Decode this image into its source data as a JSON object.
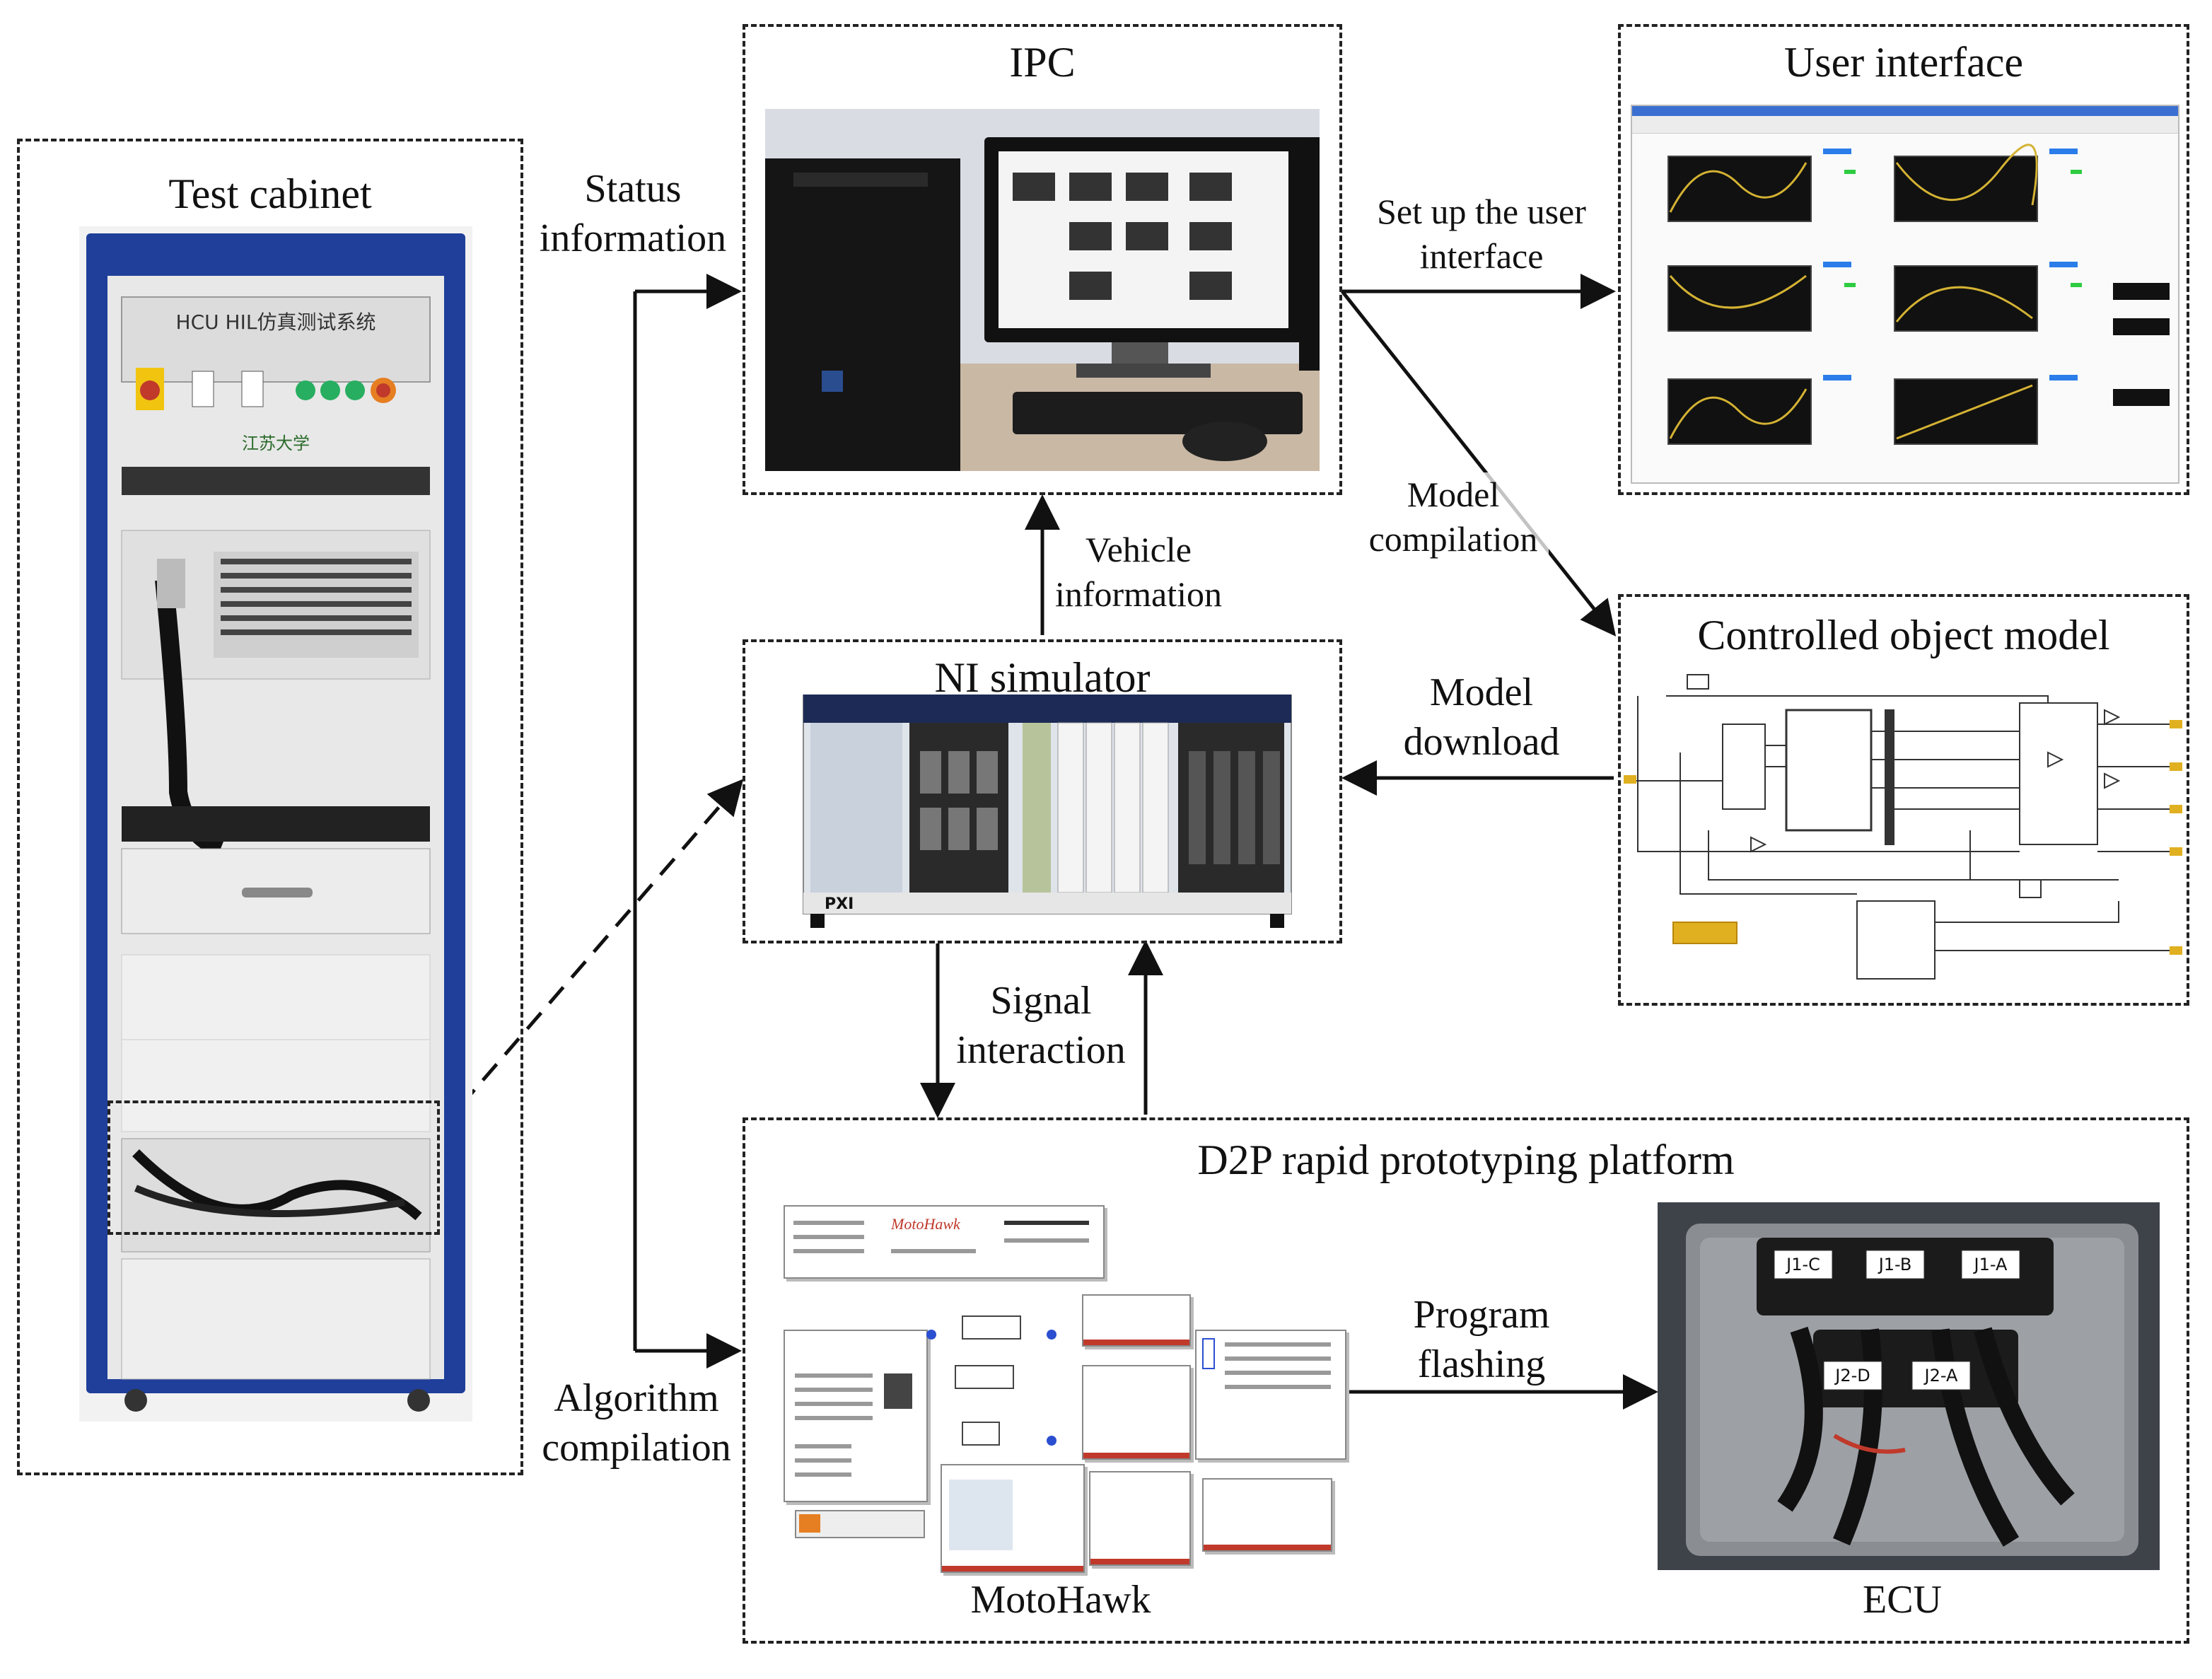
{
  "boxes": {
    "test_cabinet": {
      "title": "Test cabinet"
    },
    "ipc": {
      "title": "IPC"
    },
    "user_interface": {
      "title": "User interface"
    },
    "ni_simulator": {
      "title": "NI simulator"
    },
    "controlled_model": {
      "title": "Controlled object model"
    },
    "d2p": {
      "title": "D2P rapid prototyping platform"
    }
  },
  "labels": {
    "status_information": [
      "Status",
      "information"
    ],
    "setup_ui": [
      "Set up the user",
      "interface"
    ],
    "model_compilation": [
      "Model",
      "compilation"
    ],
    "vehicle_information": [
      "Vehicle",
      "information"
    ],
    "model_download": [
      "Model",
      "download"
    ],
    "signal_interaction": [
      "Signal",
      "interaction"
    ],
    "algorithm_compilation": [
      "Algorithm",
      "compilation"
    ],
    "program_flashing": [
      "Program",
      "flashing"
    ]
  },
  "captions": {
    "motohawk": "MotoHawk",
    "ecu": "ECU"
  },
  "cabinet": {
    "panel_text": "HCU HIL仿真测试系统",
    "brand_text": "江苏大学"
  },
  "ni": {
    "chassis_text": "PXI"
  },
  "ecu_connectors": [
    "J1-C",
    "J1-B",
    "J1-A",
    "J2-D",
    "J2-A"
  ],
  "motohawk_logo": "MotoHawk",
  "colors": {
    "cabinet_blue": "#1f3f9a",
    "line": "#111111",
    "plot_trace": "#d4b233",
    "model_yellow": "#e0b020"
  }
}
